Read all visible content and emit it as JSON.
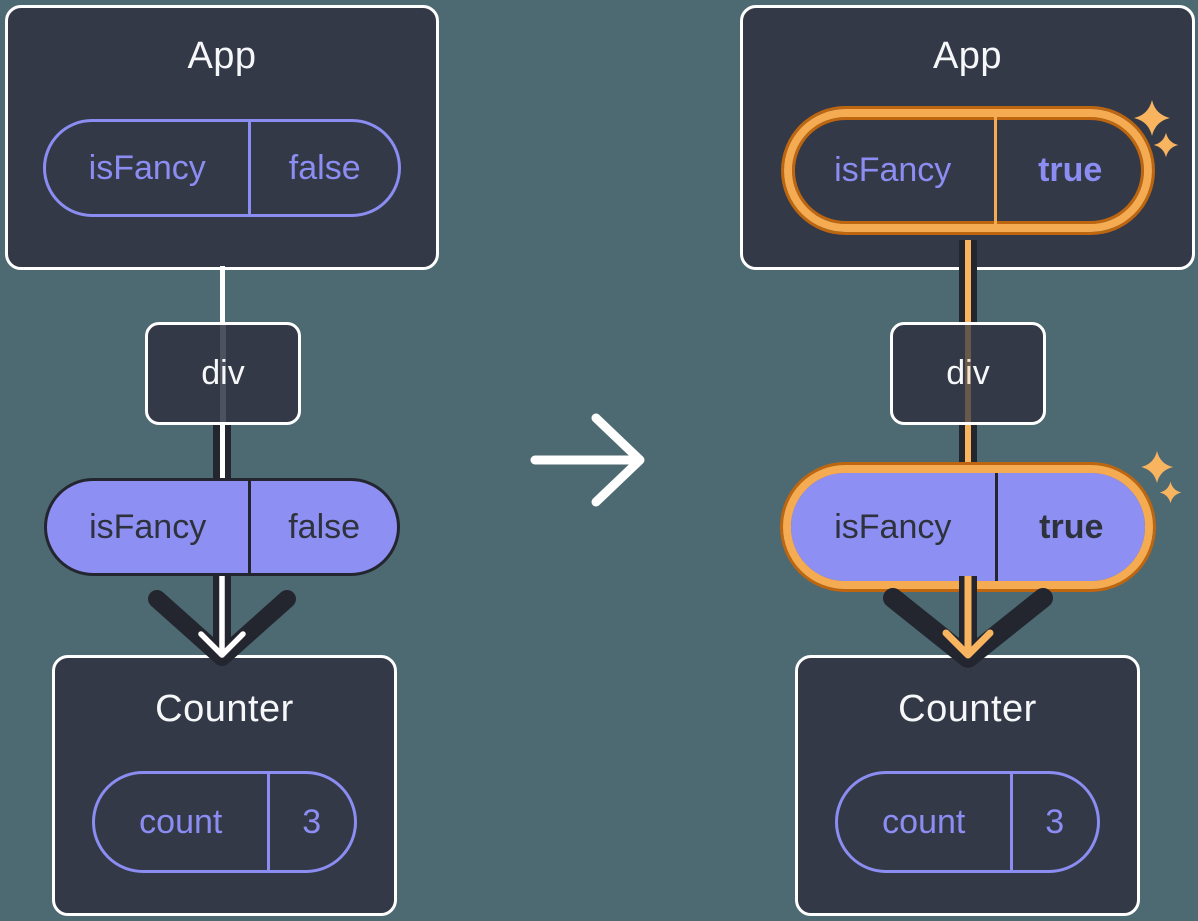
{
  "colors": {
    "background": "#4d6972",
    "card": "#343947",
    "card_border": "#ffffff",
    "accent_purple": "#8b8df2",
    "purple_fill": "#8e8ff2",
    "dark_line": "#23262f",
    "text_light": "#f6f7f9",
    "highlight_band": "#f5ab52",
    "highlight_edge": "#bd660f",
    "highlight_bright": "#f8b45f"
  },
  "panels": {
    "before": {
      "app": {
        "title": "App"
      },
      "app_prop": {
        "name": "isFancy",
        "value": "false",
        "highlighted": false
      },
      "div_label": "div",
      "passed_prop": {
        "name": "isFancy",
        "value": "false",
        "highlighted": false
      },
      "counter": {
        "title": "Counter"
      },
      "counter_state": {
        "name": "count",
        "value": "3"
      }
    },
    "after": {
      "app": {
        "title": "App"
      },
      "app_prop": {
        "name": "isFancy",
        "value": "true",
        "highlighted": true
      },
      "div_label": "div",
      "passed_prop": {
        "name": "isFancy",
        "value": "true",
        "highlighted": true
      },
      "counter": {
        "title": "Counter"
      },
      "counter_state": {
        "name": "count",
        "value": "3"
      }
    }
  }
}
